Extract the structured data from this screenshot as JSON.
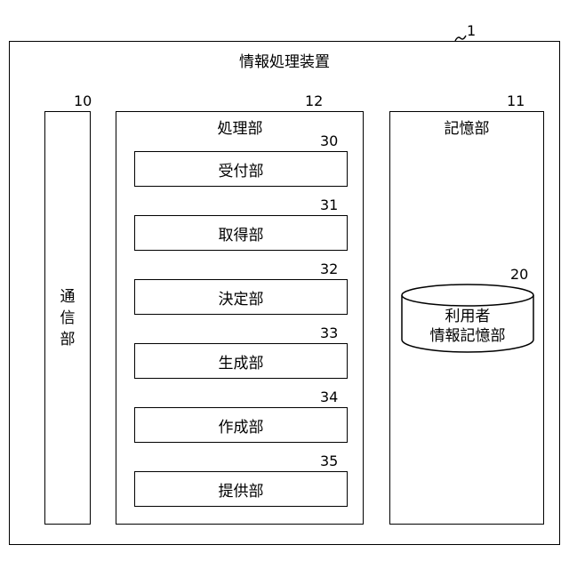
{
  "device": {
    "ref": "1",
    "label": "情報処理装置"
  },
  "communication_unit": {
    "ref": "10",
    "label": "通信部"
  },
  "processing_unit": {
    "ref": "12",
    "label": "処理部"
  },
  "storage_unit": {
    "ref": "11",
    "label": "記憶部"
  },
  "processing_subunits": [
    {
      "ref": "30",
      "label": "受付部"
    },
    {
      "ref": "31",
      "label": "取得部"
    },
    {
      "ref": "32",
      "label": "決定部"
    },
    {
      "ref": "33",
      "label": "生成部"
    },
    {
      "ref": "34",
      "label": "作成部"
    },
    {
      "ref": "35",
      "label": "提供部"
    }
  ],
  "user_info_storage": {
    "ref": "20",
    "label_line1": "利用者",
    "label_line2": "情報記憶部"
  }
}
